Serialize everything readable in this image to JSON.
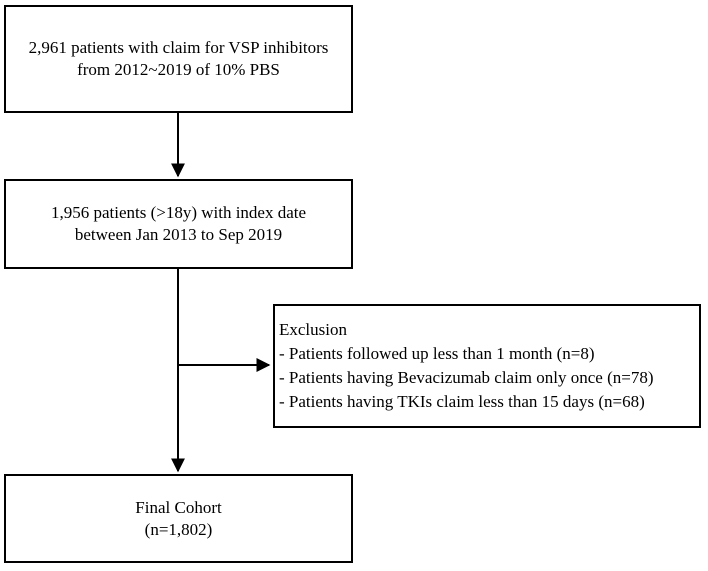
{
  "diagram": {
    "background_color": "#ffffff",
    "line_color": "#000000",
    "text_color": "#000000",
    "boxes": {
      "initial": {
        "lines": [
          "2,961 patients with claim for VSP inhibitors",
          "from 2012~2019 of 10% PBS"
        ]
      },
      "index": {
        "lines": [
          "1,956 patients (>18y) with index date",
          "between Jan 2013 to Sep 2019"
        ]
      },
      "exclusion": {
        "lines": [
          "Exclusion",
          "- Patients followed up less than 1 month (n=8)",
          "- Patients having Bevacizumab claim only once (n=78)",
          "- Patients having TKIs claim less than 15 days (n=68)"
        ]
      },
      "final": {
        "lines": [
          "Final Cohort",
          "(n=1,802)"
        ]
      }
    }
  }
}
